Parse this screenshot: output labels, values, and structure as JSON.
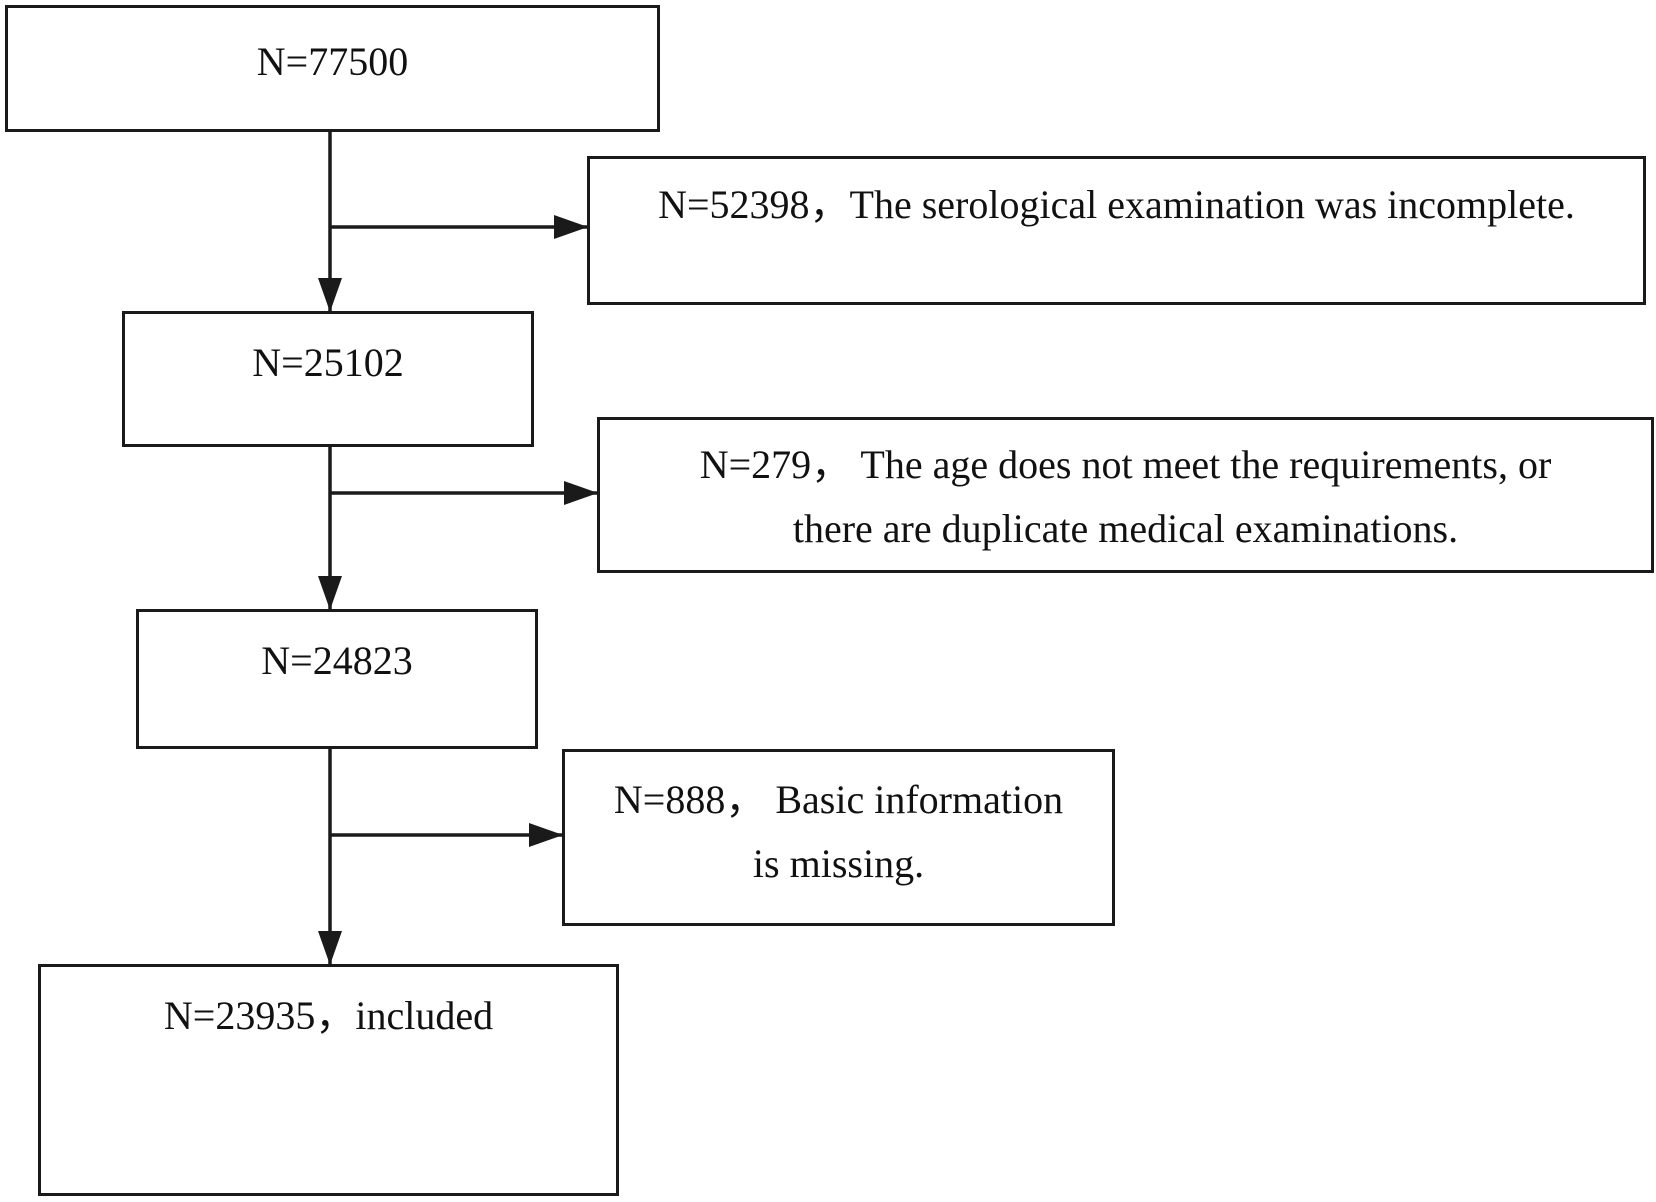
{
  "flow": {
    "steps": [
      {
        "text": "N=77500"
      },
      {
        "text": "N=25102"
      },
      {
        "text": "N=24823"
      },
      {
        "text": "N=23935，included"
      }
    ],
    "exclusions": [
      {
        "lines": [
          "N=52398，The serological examination was incomplete."
        ]
      },
      {
        "lines": [
          "N=279， The age does not meet the requirements, or",
          "there are duplicate medical examinations."
        ]
      },
      {
        "lines": [
          "N=888， Basic information",
          "is missing."
        ]
      }
    ]
  },
  "style": {
    "line_color": "#1a1a1a",
    "box_border_color": "#1a1a1a",
    "background": "#ffffff"
  }
}
